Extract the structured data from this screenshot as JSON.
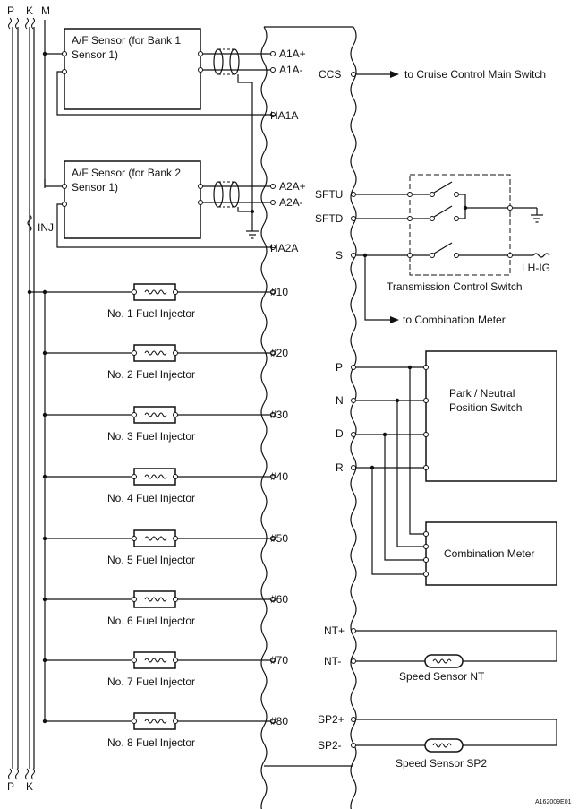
{
  "buses": {
    "top": [
      "P",
      "K",
      "M"
    ],
    "bottom": [
      "P",
      "K"
    ],
    "inj": "INJ"
  },
  "af_sensors": [
    {
      "title_line1": "A/F Sensor (for Bank 1",
      "title_line2": "Sensor 1)",
      "plus": "A1A+",
      "minus": "A1A-",
      "heater": "HA1A"
    },
    {
      "title_line1": "A/F Sensor (for Bank 2",
      "title_line2": "Sensor 1)",
      "plus": "A2A+",
      "minus": "A2A-",
      "heater": "HA2A"
    }
  ],
  "injectors": [
    {
      "pin": "#10",
      "label": "No. 1 Fuel Injector"
    },
    {
      "pin": "#20",
      "label": "No. 2 Fuel Injector"
    },
    {
      "pin": "#30",
      "label": "No. 3 Fuel Injector"
    },
    {
      "pin": "#40",
      "label": "No. 4 Fuel Injector"
    },
    {
      "pin": "#50",
      "label": "No. 5 Fuel Injector"
    },
    {
      "pin": "#60",
      "label": "No. 6 Fuel Injector"
    },
    {
      "pin": "#70",
      "label": "No. 7 Fuel Injector"
    },
    {
      "pin": "#80",
      "label": "No. 8 Fuel Injector"
    }
  ],
  "ccs": {
    "pin": "CCS",
    "target": "to Cruise Control Main Switch"
  },
  "transmission_switch": {
    "pins": [
      "SFTU",
      "SFTD",
      "S"
    ],
    "label": "Transmission Control Switch",
    "supply": "LH-IG",
    "to_meter": "to Combination Meter"
  },
  "park_neutral": {
    "pins": [
      "P",
      "N",
      "D",
      "R"
    ],
    "label_line1": "Park / Neutral",
    "label_line2": "Position Switch"
  },
  "combination_meter": {
    "label": "Combination Meter"
  },
  "speed_sensors": [
    {
      "pin_plus": "NT+",
      "pin_minus": "NT-",
      "label": "Speed Sensor NT"
    },
    {
      "pin_plus": "SP2+",
      "pin_minus": "SP2-",
      "label": "Speed Sensor SP2"
    }
  ],
  "figure_id": "A162009E01"
}
